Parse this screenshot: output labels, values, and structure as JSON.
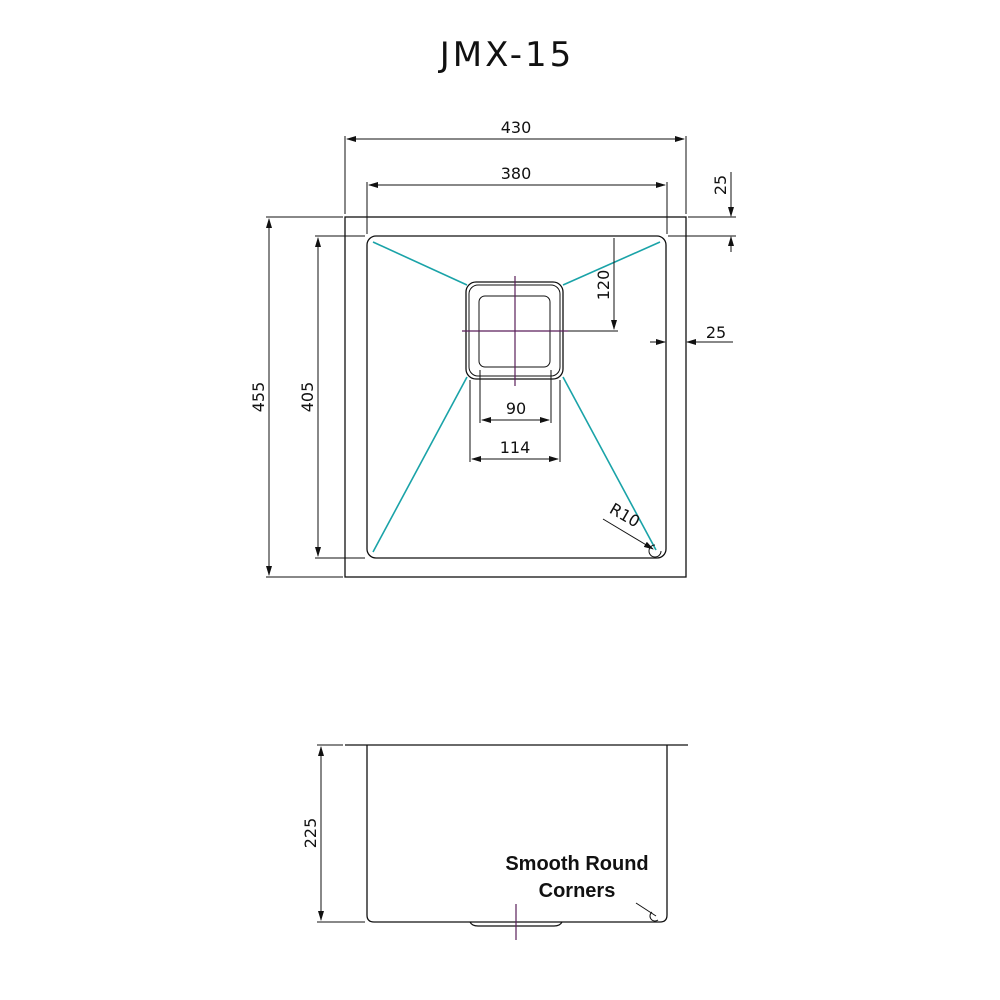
{
  "drawing": {
    "title": "JMX-15",
    "top_view": {
      "dimensions": {
        "overall_width": "430",
        "bowl_width": "380",
        "flange_top": "25",
        "flange_side": "25",
        "overall_length": "455",
        "bowl_length": "405",
        "drain_offset": "120",
        "drain_inner": "90",
        "drain_outer": "114",
        "corner_radius": "R10"
      }
    },
    "side_view": {
      "dimensions": {
        "depth": "225"
      },
      "note_line1": "Smooth Round",
      "note_line2": "Corners"
    },
    "colors": {
      "line": "#111111",
      "slope_lines": "#1aa3a8",
      "center_lines": "#5a1f5a"
    }
  }
}
